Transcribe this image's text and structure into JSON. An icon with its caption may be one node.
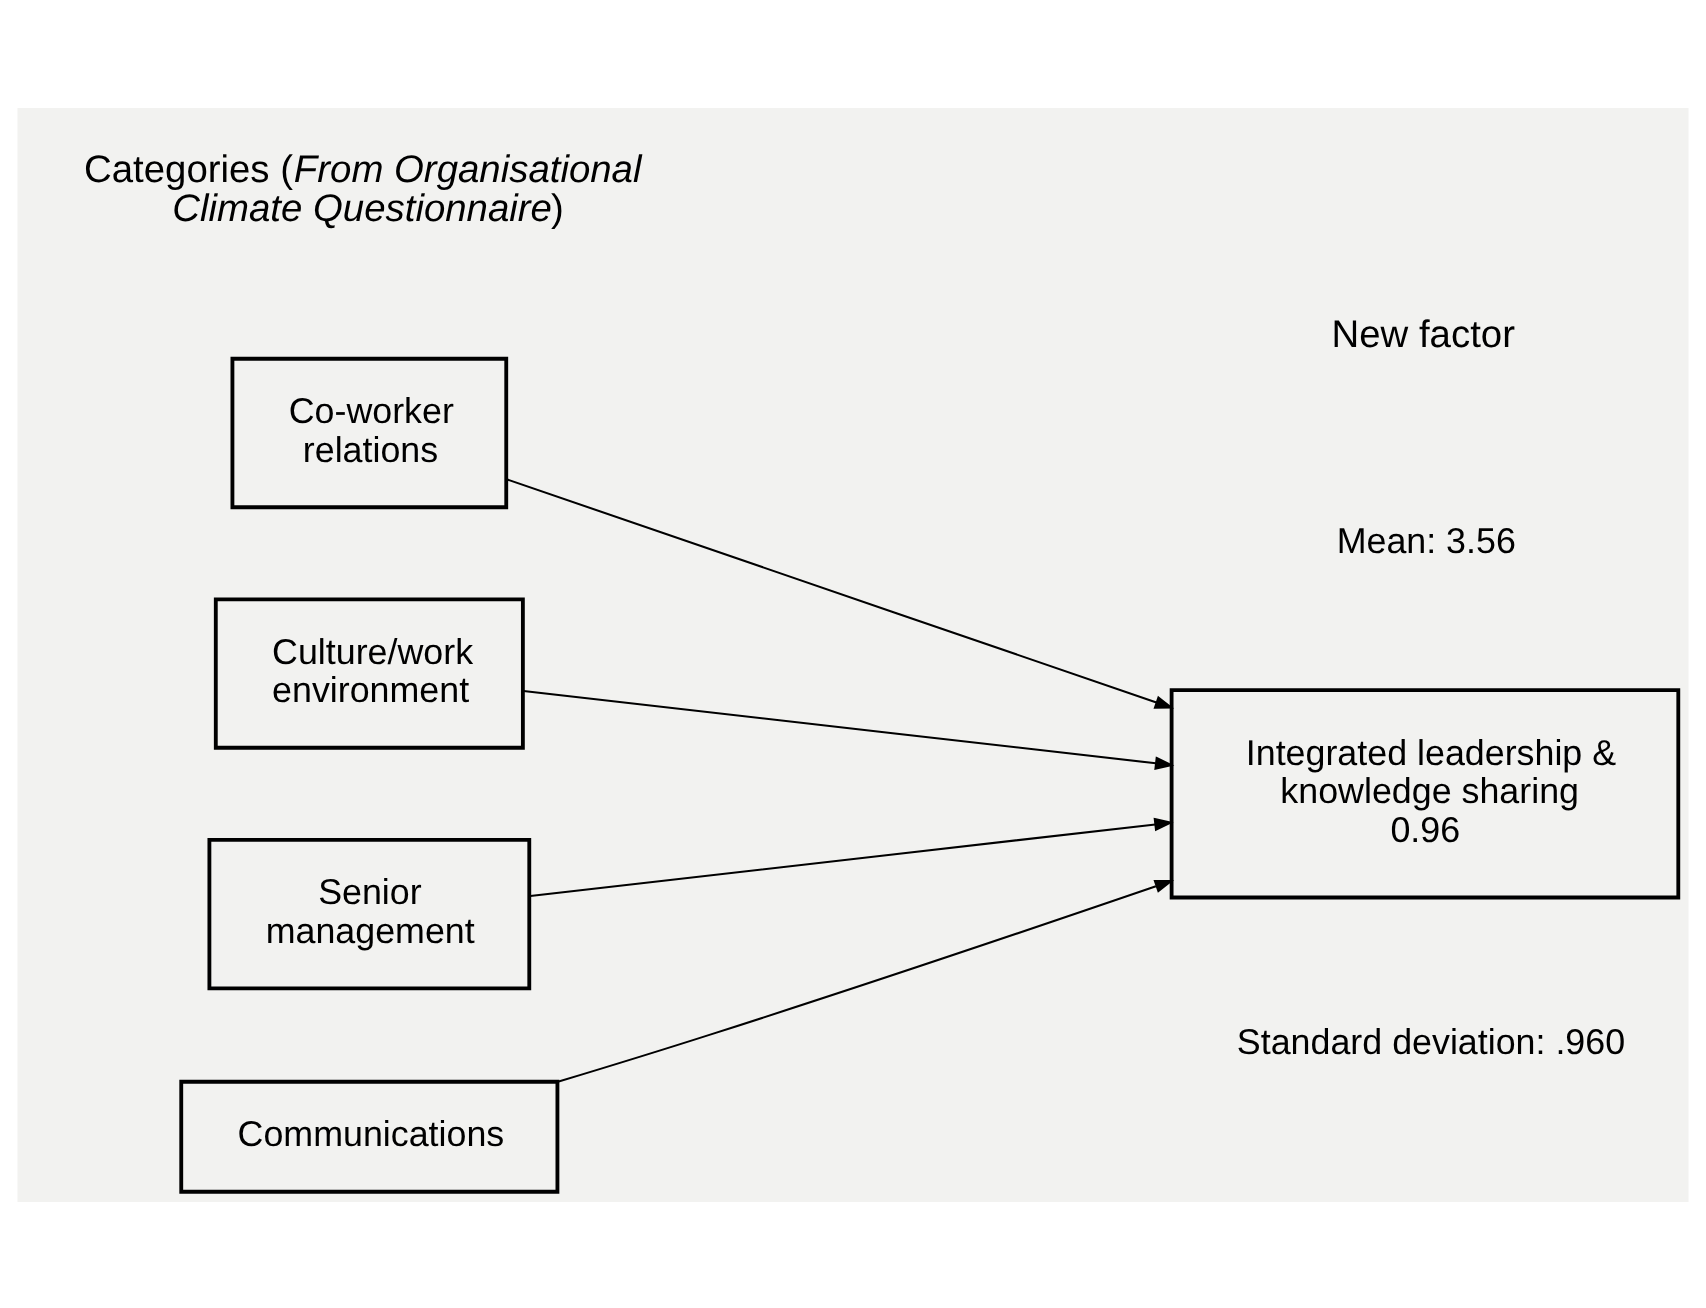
{
  "diagram": {
    "nodes": [
      {
        "text": [
          "Co-worker relations"
        ]
      },
      {
        "text": [
          "Culture/work environment"
        ]
      },
      {
        "text": [
          "Senior management"
        ]
      },
      {
        "text": [
          "Communications"
        ]
      },
      {
        "text": [
          "Integrated leadership & knowledge sharing",
          "0.96"
        ],
        "beside": [
          "Mean: 3.56",
          "Standard deviation: .960"
        ]
      }
    ],
    "edges": [
      {
        "from": 0,
        "to": 4,
        "arrow": "to"
      },
      {
        "from": 1,
        "to": 4,
        "arrow": "to"
      },
      {
        "from": 2,
        "to": 4,
        "arrow": "to"
      },
      {
        "from": 3,
        "to": 4,
        "arrow": "to"
      }
    ],
    "labels": [
      "Categories (*From Organisational Climate Questionnaire*)",
      "New factor"
    ]
  }
}
